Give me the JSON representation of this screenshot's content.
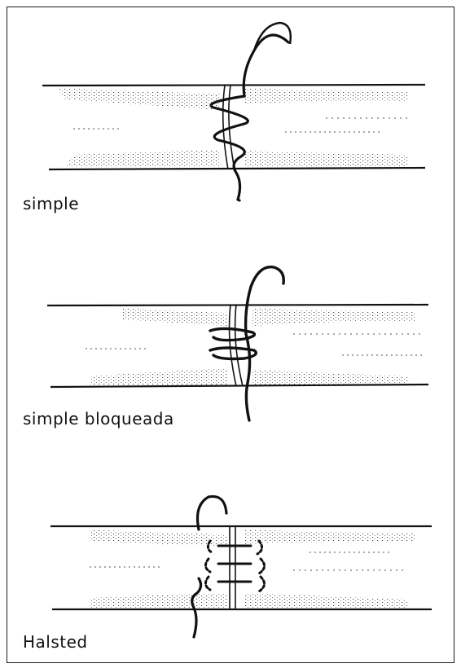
{
  "figure": {
    "captions": {
      "simple": "simple",
      "locked": "simple  bloqueada",
      "halsted": "Halsted"
    }
  },
  "colors": {
    "ink": "#111111",
    "background": "#ffffff"
  }
}
